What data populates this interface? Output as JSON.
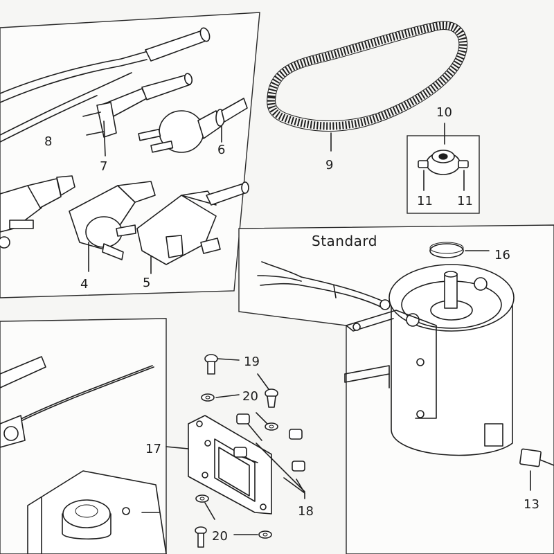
{
  "labels": {
    "p4": "4",
    "p5": "5",
    "p6": "6",
    "p7": "7",
    "p8": "8",
    "p9": "9",
    "p10": "10",
    "p11a": "11",
    "p11b": "11",
    "p13": "13",
    "p16": "16",
    "p17": "17",
    "p18": "18",
    "p19": "19",
    "p20a": "20",
    "p20b": "20"
  },
  "motor_panel": {
    "title": "Standard"
  },
  "colors": {
    "paper": "#f6f6f4",
    "ink": "#1e1e1e"
  }
}
